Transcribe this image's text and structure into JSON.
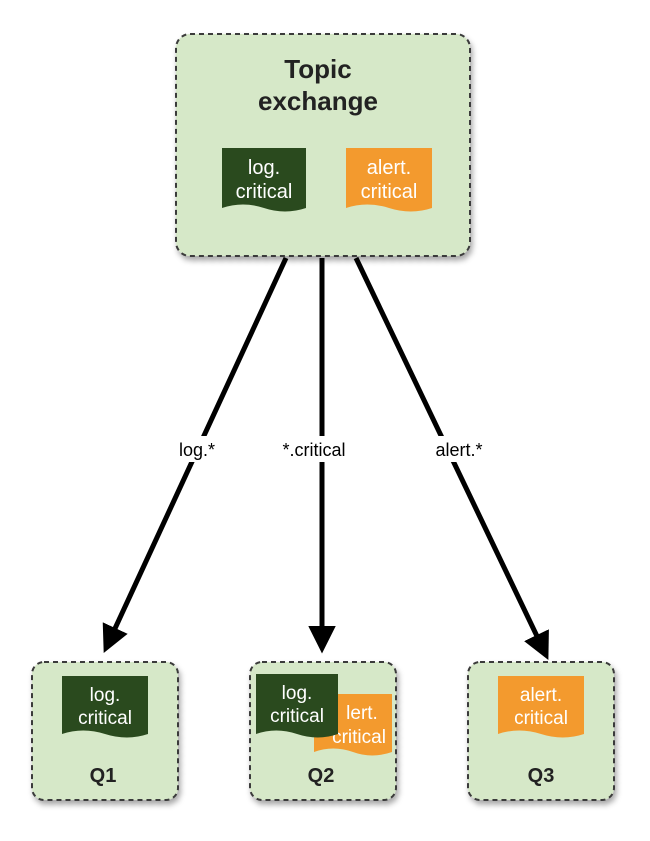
{
  "exchange": {
    "title_line1": "Topic",
    "title_line2": "exchange",
    "messages": [
      {
        "line1": "log.",
        "line2": "critical",
        "color": "#2a4a1e"
      },
      {
        "line1": "alert.",
        "line2": "critical",
        "color": "#f39a2e"
      }
    ]
  },
  "bindings": [
    {
      "label": "log.*"
    },
    {
      "label": "*.critical"
    },
    {
      "label": "alert.*"
    }
  ],
  "queues": [
    {
      "name": "Q1",
      "messages": [
        {
          "line1": "log.",
          "line2": "critical"
        }
      ]
    },
    {
      "name": "Q2",
      "messages": [
        {
          "line1": "log.",
          "line2": "critical"
        },
        {
          "line1": "lert.",
          "line2": "critical"
        }
      ]
    },
    {
      "name": "Q3",
      "messages": [
        {
          "line1": "alert.",
          "line2": "critical"
        }
      ]
    }
  ],
  "colors": {
    "box_fill": "#d6e8c8",
    "box_stroke": "#3a3a3a",
    "log_message": "#2a4a1e",
    "alert_message": "#f39a2e",
    "message_text": "#ffffff",
    "arrow": "#000000"
  }
}
